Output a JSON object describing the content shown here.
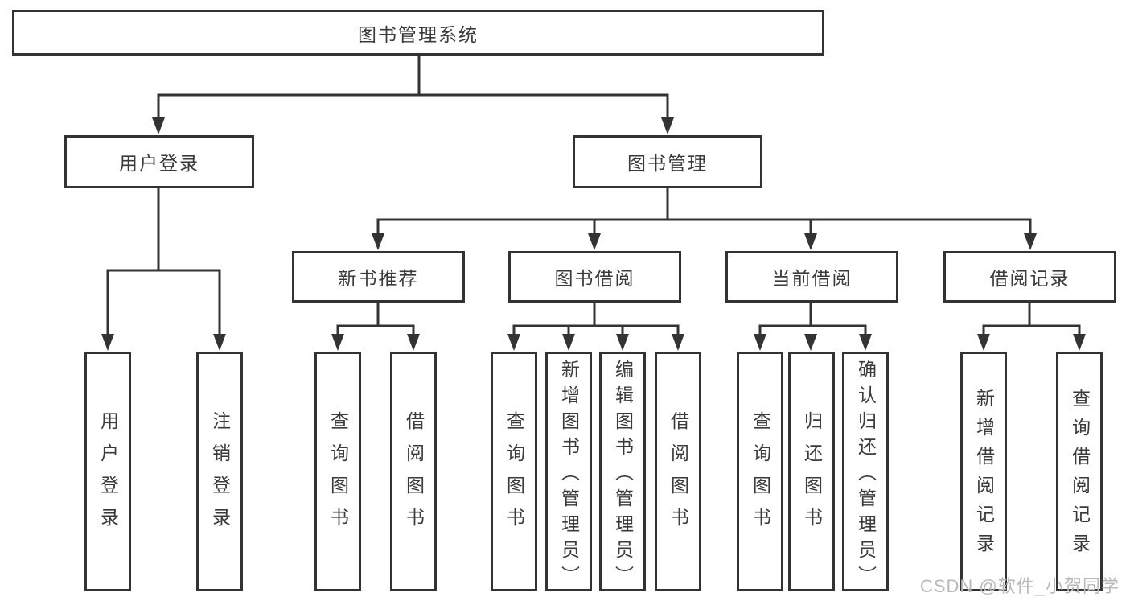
{
  "root": {
    "label": "图书管理系统"
  },
  "level1": [
    {
      "label": "用户登录"
    },
    {
      "label": "图书管理"
    }
  ],
  "level2": [
    {
      "label": "新书推荐"
    },
    {
      "label": "图书借阅"
    },
    {
      "label": "当前借阅"
    },
    {
      "label": "借阅记录"
    }
  ],
  "leaves": [
    {
      "label": "用户登录"
    },
    {
      "label": "注销登录"
    },
    {
      "label": "查询图书"
    },
    {
      "label": "借阅图书"
    },
    {
      "label": "查询图书"
    },
    {
      "label": "新增图书（管理员）"
    },
    {
      "label": "编辑图书（管理员）"
    },
    {
      "label": "借阅图书"
    },
    {
      "label": "查询图书"
    },
    {
      "label": "归还图书"
    },
    {
      "label": "确认归还（管理员）"
    },
    {
      "label": "新增借阅记录"
    },
    {
      "label": "查询借阅记录"
    }
  ],
  "watermark": {
    "text": "CSDN @软件_小贺同学"
  },
  "colors": {
    "line": "#333333",
    "box_border": "#333333",
    "text": "#3a3a3a",
    "watermark": "#b9b9b9",
    "background": "#ffffff"
  }
}
